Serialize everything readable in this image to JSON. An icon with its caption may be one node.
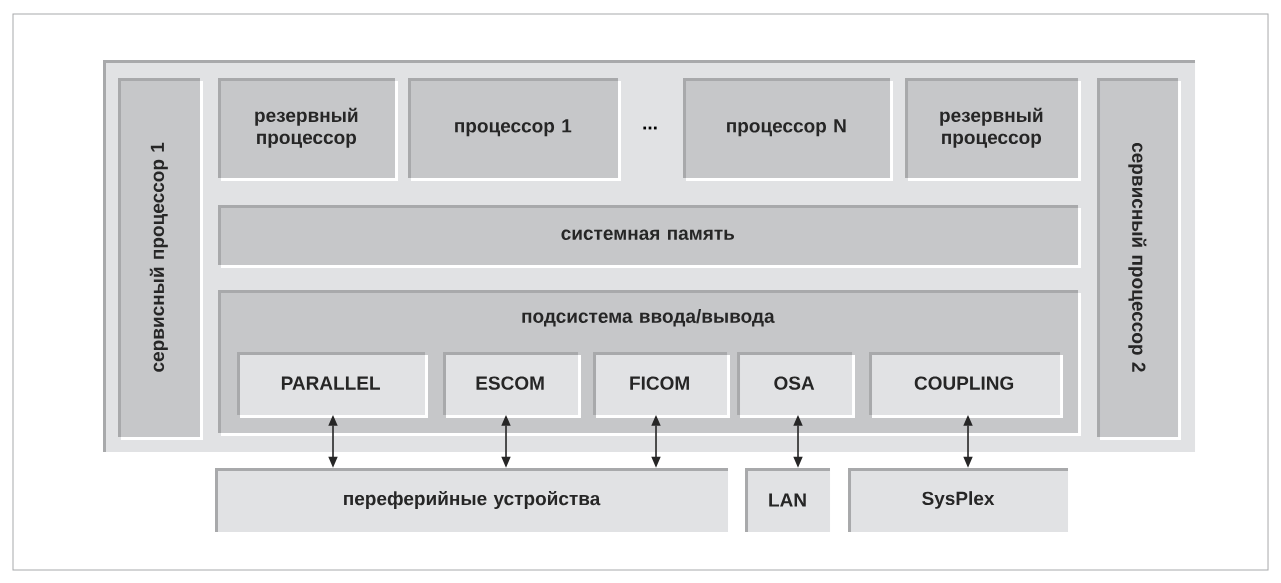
{
  "diagram": {
    "nodes": [
      {
        "text": [],
        "shape": "box"
      },
      {
        "text": [
          "сервисный процессор 1"
        ],
        "in": 0
      },
      {
        "text": [
          "резервный процессор"
        ],
        "in": 0
      },
      {
        "text": [
          "процессор 1"
        ],
        "in": 0
      },
      {
        "text": [
          "процессор N"
        ],
        "in": 0
      },
      {
        "text": [
          "резервный процессор"
        ],
        "in": 0
      },
      {
        "text": [
          "сервисный процессор 2"
        ],
        "in": 0
      },
      {
        "text": [
          "системная память"
        ],
        "in": 0
      },
      {
        "text": [
          "подсистема ввода/вывода"
        ],
        "in": 0
      },
      {
        "text": [
          "PARALLEL"
        ],
        "in": 8
      },
      {
        "text": [
          "ESCOM"
        ],
        "in": 8
      },
      {
        "text": [
          "FICOM"
        ],
        "in": 8
      },
      {
        "text": [
          "OSA"
        ],
        "in": 8
      },
      {
        "text": [
          "COUPLING"
        ],
        "in": 8
      },
      {
        "text": [
          "переферийные устройства"
        ]
      },
      {
        "text": [
          "LAN"
        ]
      },
      {
        "text": [
          "SysPlex"
        ]
      }
    ],
    "edges": [
      {
        "from": 9,
        "to": 14,
        "arrow": "both"
      },
      {
        "from": 10,
        "to": 14,
        "arrow": "both"
      },
      {
        "from": 11,
        "to": 14,
        "arrow": "both"
      },
      {
        "from": 12,
        "to": 15,
        "arrow": "both"
      },
      {
        "from": 13,
        "to": 16,
        "arrow": "both"
      }
    ],
    "labels": [
      "..."
    ]
  }
}
